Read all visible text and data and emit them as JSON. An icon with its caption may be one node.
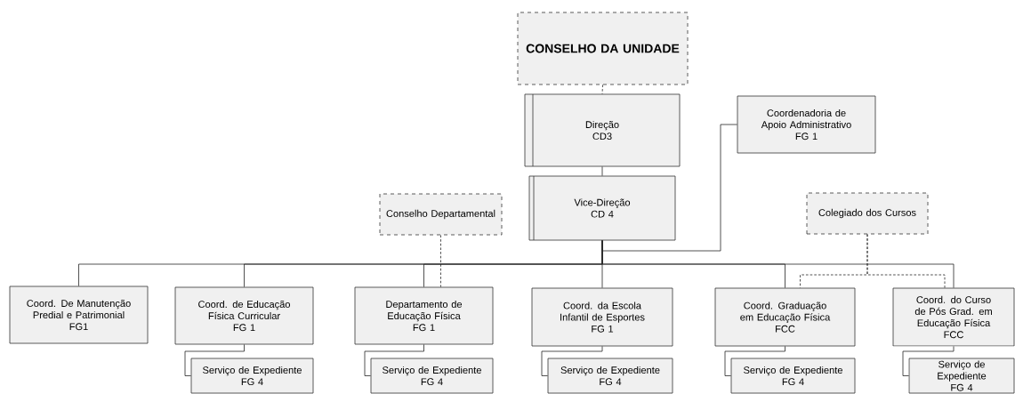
{
  "diagram": {
    "nodes": [
      {
        "text": [
          "CONSELHO DA UNIDADE"
        ]
      },
      {
        "text": [
          "Direção",
          "CD3"
        ]
      },
      {
        "text": [
          "Vice-Direção",
          "CD 4"
        ]
      },
      {
        "text": [
          "Coordenadoria de Apoio Administrativo",
          "FG 1"
        ]
      },
      {
        "text": [
          "Conselho Departamental"
        ]
      },
      {
        "text": [
          "Colegiado dos Cursos"
        ]
      },
      {
        "text": [
          "Coord. De Manutenção Predial e Patrimonial",
          "FG1"
        ]
      },
      {
        "text": [
          "Coord. de Educação Física Curricular",
          "FG 1"
        ]
      },
      {
        "text": [
          "Departamento de Educação Física",
          "FG 1"
        ]
      },
      {
        "text": [
          "Coord. da Escola Infantil de Esportes",
          "FG 1"
        ]
      },
      {
        "text": [
          "Coord. Graduação em Educação Física",
          "FCC"
        ]
      },
      {
        "text": [
          "Coord. do Curso de Pós Grad. em Educação Física",
          "FCC"
        ]
      },
      {
        "text": [
          "Serviço de Expediente",
          "FG 4"
        ]
      },
      {
        "text": [
          "Serviço de Expediente",
          "FG 4"
        ]
      },
      {
        "text": [
          "Serviço de Expediente",
          "FG 4"
        ]
      },
      {
        "text": [
          "Serviço de Expediente",
          "FG 4"
        ]
      },
      {
        "text": [
          "Serviço de Expediente",
          "FG 4"
        ]
      }
    ],
    "edges": [
      {
        "from": 0,
        "to": 1,
        "arrow": "none",
        "style": "dashed"
      },
      {
        "from": 1,
        "to": 2,
        "arrow": "none"
      },
      {
        "from": 2,
        "to": 3,
        "arrow": "none"
      },
      {
        "from": 2,
        "to": 6,
        "arrow": "none"
      },
      {
        "from": 2,
        "to": 7,
        "arrow": "none"
      },
      {
        "from": 2,
        "to": 8,
        "arrow": "none"
      },
      {
        "from": 2,
        "to": 9,
        "arrow": "none"
      },
      {
        "from": 2,
        "to": 10,
        "arrow": "none"
      },
      {
        "from": 2,
        "to": 11,
        "arrow": "none"
      },
      {
        "from": 4,
        "to": 8,
        "arrow": "none",
        "style": "dashed"
      },
      {
        "from": 5,
        "to": 10,
        "arrow": "none",
        "style": "dashed"
      },
      {
        "from": 5,
        "to": 11,
        "arrow": "none",
        "style": "dashed"
      },
      {
        "from": 7,
        "to": 12,
        "arrow": "none"
      },
      {
        "from": 8,
        "to": 13,
        "arrow": "none"
      },
      {
        "from": 9,
        "to": 14,
        "arrow": "none"
      },
      {
        "from": 10,
        "to": 15,
        "arrow": "none"
      },
      {
        "from": 11,
        "to": 16,
        "arrow": "none"
      }
    ]
  }
}
